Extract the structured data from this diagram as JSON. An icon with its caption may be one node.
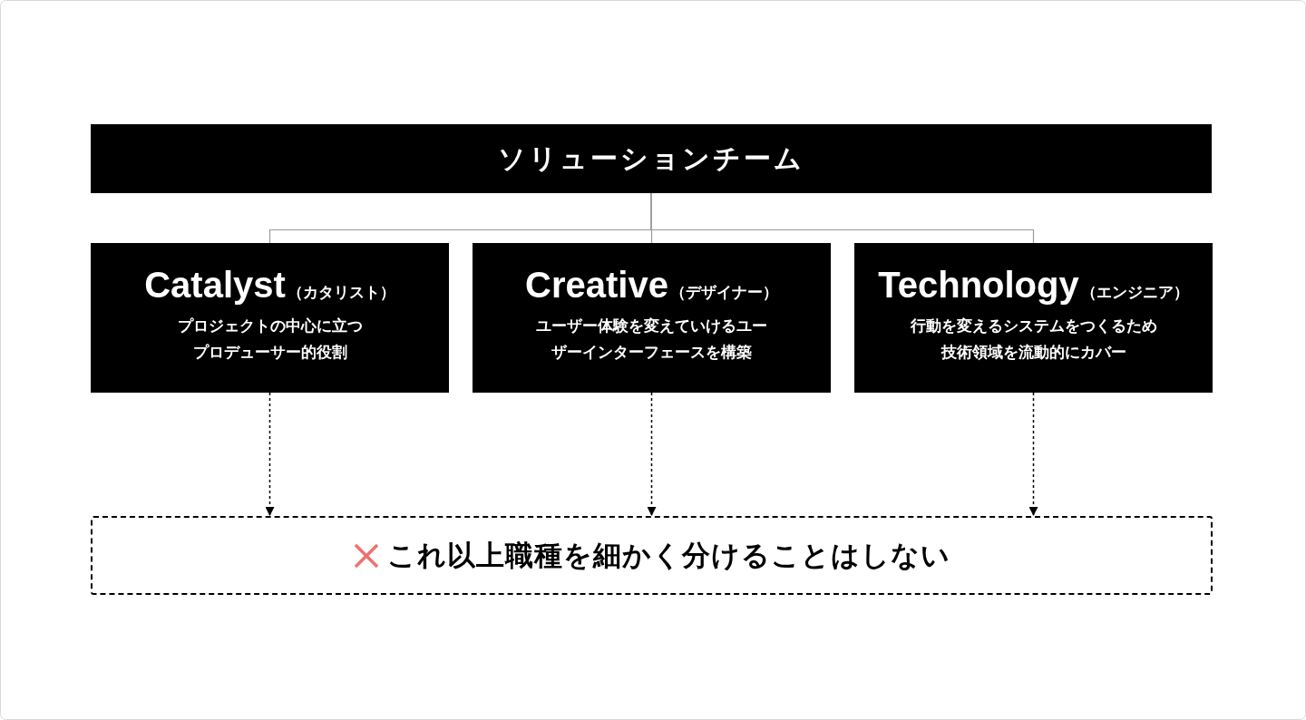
{
  "diagram": {
    "nodes": [
      {
        "text": [
          "ソリューションチーム"
        ]
      },
      {
        "text": [
          "Catalyst",
          "（カタリスト）",
          "プロジェクトの中心に立つプロデューサー的役割"
        ]
      },
      {
        "text": [
          "Creative",
          "（デザイナー）",
          "ユーザー体験を変えていけるユーザーインターフェースを構築"
        ]
      },
      {
        "text": [
          "Technology",
          "（エンジニア）",
          "行動を変えるシステムをつくるため技術領域を流動的にカバー"
        ]
      },
      {
        "text": [
          "これ以上職種を細かく分けることはしない"
        ]
      }
    ],
    "edges": [
      {
        "from": 0,
        "to": 1,
        "arrow": "none"
      },
      {
        "from": 0,
        "to": 2,
        "arrow": "none"
      },
      {
        "from": 0,
        "to": 3,
        "arrow": "none"
      },
      {
        "from": 1,
        "to": 4,
        "arrow": "to",
        "style": "dashed",
        "color": "#000000"
      },
      {
        "from": 2,
        "to": 4,
        "arrow": "to",
        "style": "dashed",
        "color": "#000000"
      },
      {
        "from": 3,
        "to": 4,
        "arrow": "to",
        "style": "dashed",
        "color": "#000000"
      }
    ]
  }
}
